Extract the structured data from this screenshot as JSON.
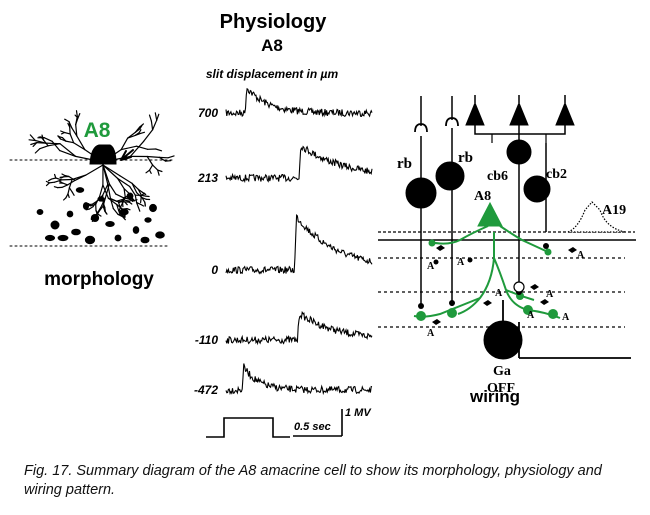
{
  "physiology": {
    "title": "Physiology",
    "subtitle": "A8",
    "axis_label": "slit displacement in µm",
    "traces": [
      {
        "label": "700",
        "onset": 0.13,
        "peak": 28,
        "decay": 0.14
      },
      {
        "label": "213",
        "onset": 0.5,
        "peak": 34,
        "decay": 0.3
      },
      {
        "label": "0",
        "onset": 0.47,
        "peak": 56,
        "decay": 0.28
      },
      {
        "label": "-110",
        "onset": 0.49,
        "peak": 28,
        "decay": 0.25
      },
      {
        "label": "-472",
        "onset": 0.11,
        "peak": 26,
        "decay": 0.1
      }
    ],
    "time_scale": "0.5 sec",
    "voltage_scale": "1 MV"
  },
  "morphology": {
    "cell_label": "A8",
    "panel_label": "morphology"
  },
  "wiring": {
    "panel_label": "wiring",
    "cell_labels": {
      "rb1": "rb",
      "rb2": "rb",
      "cb6": "cb6",
      "cb2": "cb2",
      "a8": "A8",
      "a19": "A19",
      "ga": "Ga",
      "off": "OFF"
    },
    "synapse_labels": [
      "A'",
      "A",
      "A",
      "A",
      "A",
      "A",
      "A",
      "A"
    ]
  },
  "caption": "Fig. 17. Summary diagram of the A8 amacrine cell to show its morphology, physiology and wiring pattern.",
  "colors": {
    "green": "#1f9a3c",
    "ink": "#000000"
  }
}
